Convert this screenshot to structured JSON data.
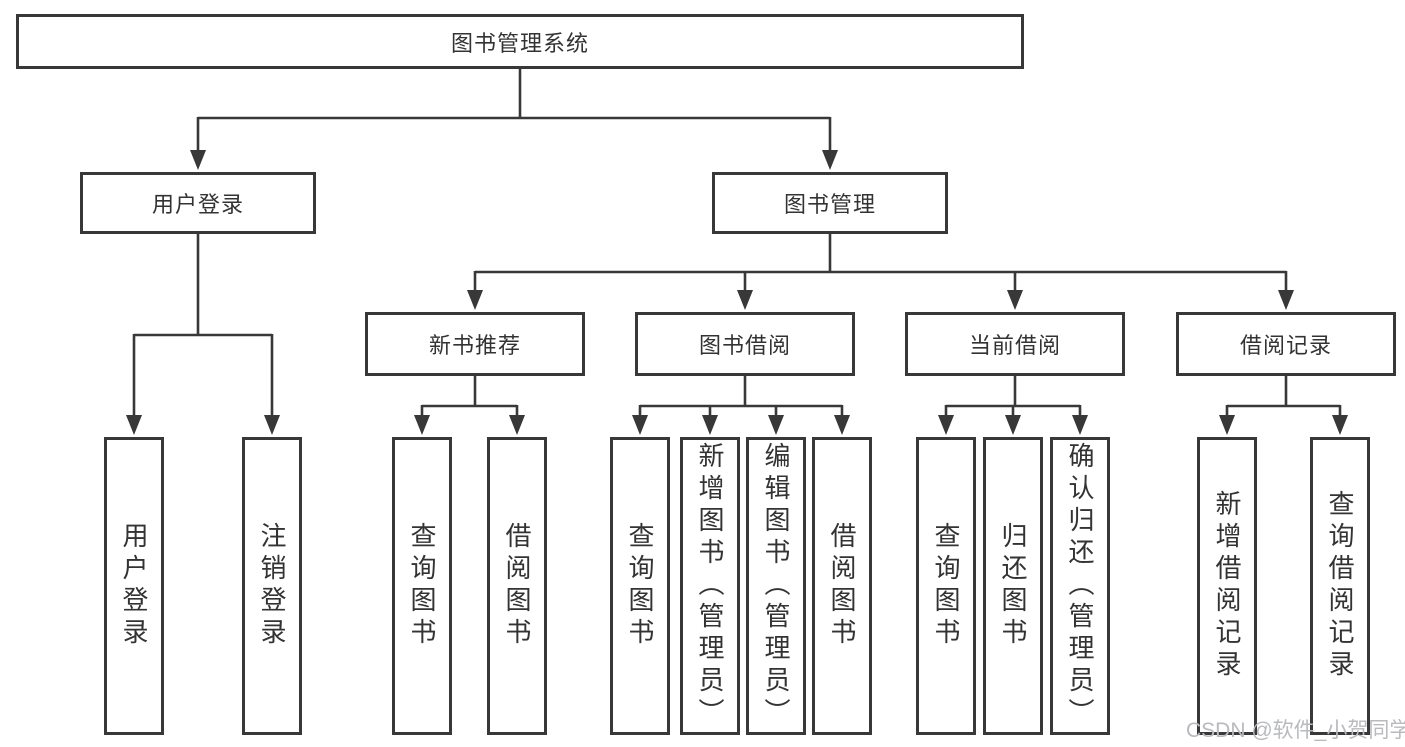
{
  "diagram": {
    "type": "hierarchy",
    "root": {
      "label": "图书管理系统"
    },
    "branches": [
      {
        "label": "用户登录",
        "leaves": [
          {
            "label": "用户登录"
          },
          {
            "label": "注销登录"
          }
        ]
      },
      {
        "label": "图书管理",
        "groups": [
          {
            "label": "新书推荐",
            "leaves": [
              {
                "label": "查询图书"
              },
              {
                "label": "借阅图书"
              }
            ]
          },
          {
            "label": "图书借阅",
            "leaves": [
              {
                "label": "查询图书"
              },
              {
                "label": "新增图书（管理员）"
              },
              {
                "label": "编辑图书（管理员）"
              },
              {
                "label": "借阅图书"
              }
            ]
          },
          {
            "label": "当前借阅",
            "leaves": [
              {
                "label": "查询图书"
              },
              {
                "label": "归还图书"
              },
              {
                "label": "确认归还（管理员）"
              }
            ]
          },
          {
            "label": "借阅记录",
            "leaves": [
              {
                "label": "新增借阅记录"
              },
              {
                "label": "查询借阅记录"
              }
            ]
          }
        ]
      }
    ],
    "colors": {
      "line": "#383838",
      "text": "#333333",
      "node_fill": "#ffffff",
      "background": "#ffffff",
      "watermark": "#b9babe"
    }
  },
  "watermark": {
    "text": "CSDN @软件_小贺同学"
  }
}
